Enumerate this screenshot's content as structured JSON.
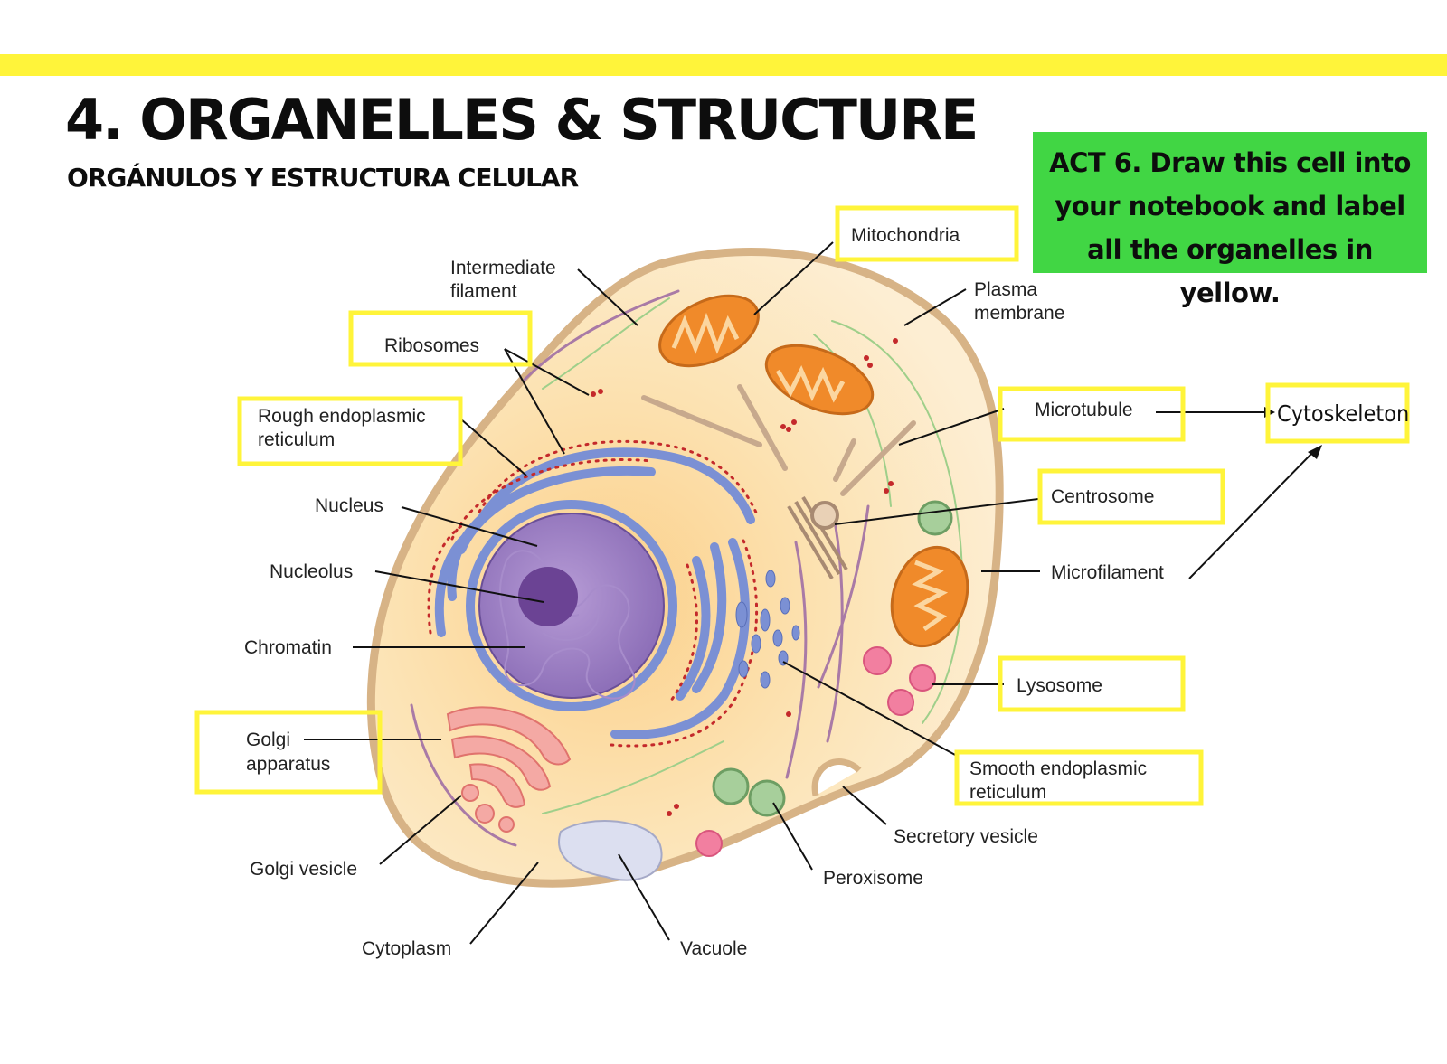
{
  "header": {
    "title": "4. ORGANELLES & STRUCTURE",
    "subtitle": "ORGÁNULOS Y ESTRUCTURA CELULAR",
    "accent_color": "#fff43a"
  },
  "activity": {
    "text": "ACT 6. Draw this cell into your notebook and label all the organelles in yellow.",
    "background_color": "#41d644"
  },
  "diagram": {
    "labels": {
      "mitochondria": "Mitochondria",
      "intermediate_filament_1": "Intermediate",
      "intermediate_filament_2": "filament",
      "plasma_membrane_1": "Plasma",
      "plasma_membrane_2": "membrane",
      "ribosomes": "Ribosomes",
      "rough_er_1": "Rough endoplasmic",
      "rough_er_2": "reticulum",
      "microtubule": "Microtubule",
      "cytoskeleton": "Cytoskeleton",
      "nucleus": "Nucleus",
      "centrosome": "Centrosome",
      "nucleolus": "Nucleolus",
      "microfilament": "Microfilament",
      "chromatin": "Chromatin",
      "lysosome": "Lysosome",
      "golgi_1": "Golgi",
      "golgi_2": "apparatus",
      "smooth_er_1": "Smooth endoplasmic",
      "smooth_er_2": "reticulum",
      "secretory_vesicle": "Secretory vesicle",
      "golgi_vesicle": "Golgi vesicle",
      "peroxisome": "Peroxisome",
      "cytoplasm": "Cytoplasm",
      "vacuole": "Vacuole"
    },
    "highlight_color": "#fff43a"
  }
}
